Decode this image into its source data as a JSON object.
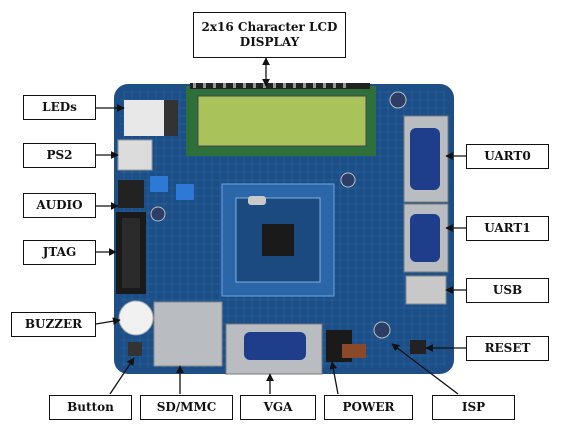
{
  "labels": {
    "lcd_line1": "2x16 Character LCD",
    "lcd_line2": "DISPLAY",
    "leds": "LEDs",
    "ps2": "PS2",
    "audio": "AUDIO",
    "jtag": "JTAG",
    "buzzer": "BUZZER",
    "button": "Button",
    "sdmmc": "SD/MMC",
    "vga": "VGA",
    "power": "POWER",
    "isp": "ISP",
    "uart0": "UART0",
    "uart1": "UART1",
    "usb": "USB",
    "reset": "RESET"
  },
  "colors": {
    "pcb": "#1d4f86",
    "pcb_dark": "#123a66",
    "lcd_screen": "#a9c25a",
    "lcd_frame": "#2f6f3a",
    "connector_blue": "#1e3e8c",
    "metal": "#b9bcc0"
  }
}
